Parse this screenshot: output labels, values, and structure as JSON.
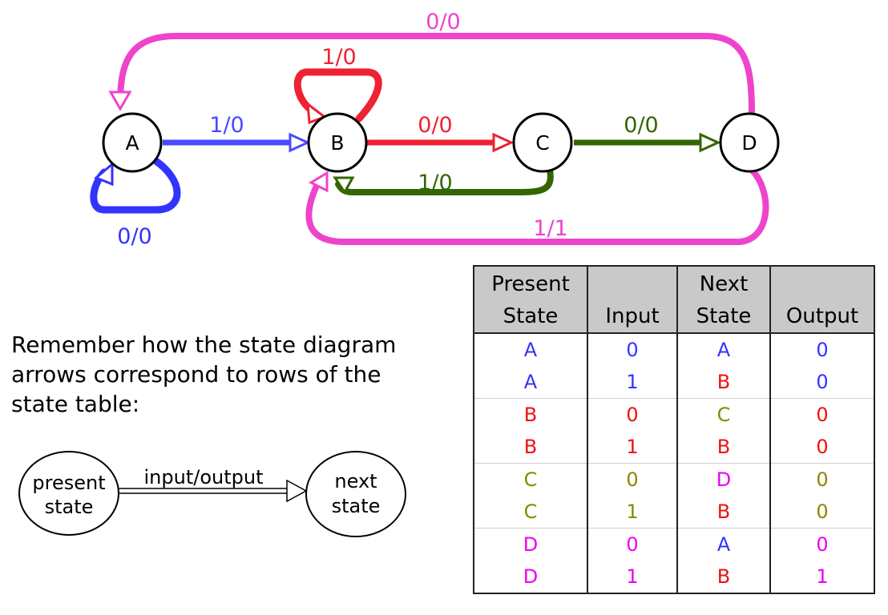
{
  "colors": {
    "A": "#3333ff",
    "B": "#ee1111",
    "C": "#888800",
    "D": "#ee00ee",
    "edge_A_self": "#3333ff",
    "edge_A_B": "#4a4aff",
    "edge_B_self": "#ee2233",
    "edge_B_C": "#ee2233",
    "edge_C_D": "#336600",
    "edge_C_B": "#336600",
    "edge_D_A": "#ee44cc",
    "edge_D_B": "#ee44cc"
  },
  "diagram": {
    "nodes": [
      {
        "id": "A",
        "label": "A"
      },
      {
        "id": "B",
        "label": "B"
      },
      {
        "id": "C",
        "label": "C"
      },
      {
        "id": "D",
        "label": "D"
      }
    ],
    "edges": [
      {
        "from": "A",
        "to": "A",
        "label": "0/0"
      },
      {
        "from": "A",
        "to": "B",
        "label": "1/0"
      },
      {
        "from": "B",
        "to": "B",
        "label": "1/0"
      },
      {
        "from": "B",
        "to": "C",
        "label": "0/0"
      },
      {
        "from": "C",
        "to": "D",
        "label": "0/0"
      },
      {
        "from": "C",
        "to": "B",
        "label": "1/0"
      },
      {
        "from": "D",
        "to": "A",
        "label": "0/0"
      },
      {
        "from": "D",
        "to": "B",
        "label": "1/1"
      }
    ]
  },
  "note": "Remember how the state diagram arrows correspond to rows of the state table:",
  "legend": {
    "present": [
      "present",
      "state"
    ],
    "edge_label": "input/output",
    "next": [
      "next",
      "state"
    ]
  },
  "table": {
    "headers": [
      [
        "Present",
        "State"
      ],
      [
        "",
        "Input"
      ],
      [
        "Next",
        "State"
      ],
      [
        "",
        "Output"
      ]
    ],
    "rows": [
      {
        "present": "A",
        "input": "0",
        "next": "A",
        "output": "0"
      },
      {
        "present": "A",
        "input": "1",
        "next": "B",
        "output": "0"
      },
      {
        "present": "B",
        "input": "0",
        "next": "C",
        "output": "0"
      },
      {
        "present": "B",
        "input": "1",
        "next": "B",
        "output": "0"
      },
      {
        "present": "C",
        "input": "0",
        "next": "D",
        "output": "0"
      },
      {
        "present": "C",
        "input": "1",
        "next": "B",
        "output": "0"
      },
      {
        "present": "D",
        "input": "0",
        "next": "A",
        "output": "0"
      },
      {
        "present": "D",
        "input": "1",
        "next": "B",
        "output": "1"
      }
    ]
  }
}
